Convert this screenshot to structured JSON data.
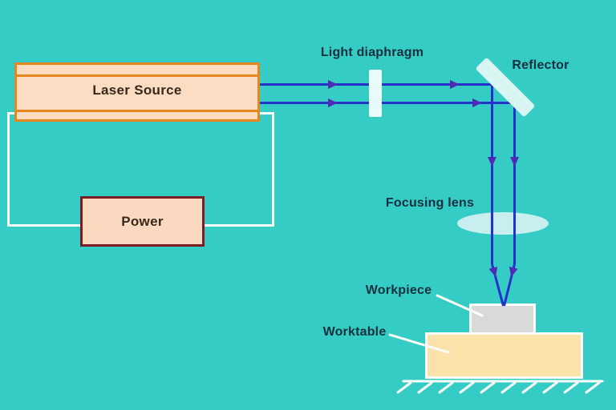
{
  "labels": {
    "laser_source": "Laser Source",
    "power": "Power",
    "light_diaphragm": "Light diaphragm",
    "reflector": "Reflector",
    "focusing_lens": "Focusing lens",
    "workpiece": "Workpiece",
    "worktable": "Worktable"
  },
  "colors": {
    "background": "#35ccc5",
    "beam": "#2531c8",
    "arrowhead": "#4f2ab4",
    "laser_box_border": "#e8861e",
    "laser_box_fill": "#fcdcc2",
    "power_box_border": "#7c1c24",
    "power_box_fill": "#fbd9c0",
    "diaphragm_fill": "#e6fbfa",
    "reflector_fill": "#d8f5f2",
    "lens_fill": "#c9eef0",
    "workpiece_fill": "#d8dada",
    "worktable_fill": "#fbe2ab",
    "wire_and_leaders": "#ffffff",
    "label_text": "#14303e",
    "box_text": "#38291c"
  },
  "icons": {
    "beam_arrow": "right/down pointing triangular arrowheads on laser beam path",
    "ground_hatching": "diagonal hatch strokes under worktable ground line"
  }
}
